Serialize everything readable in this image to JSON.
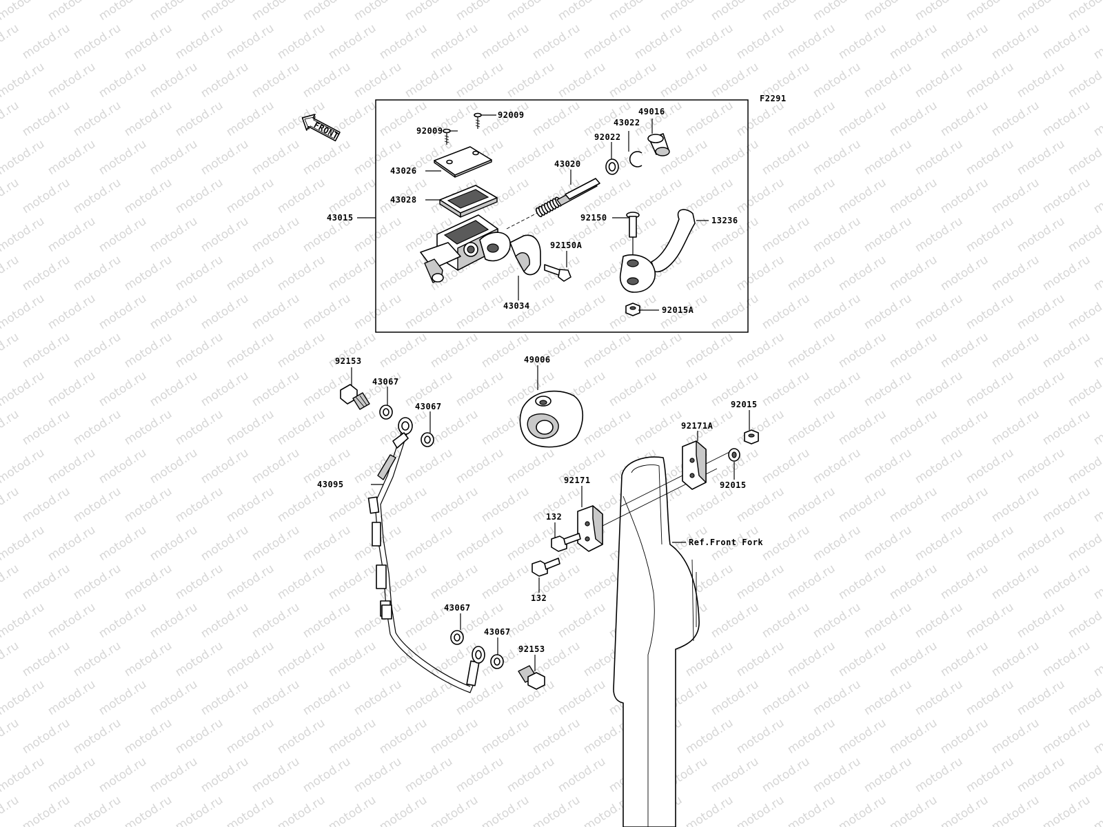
{
  "diagram": {
    "code": "F2291",
    "front_arrow": "FRONT",
    "watermark": "motod.ru",
    "reference": "Ref.Front Fork",
    "labels": {
      "p92009a": "92009",
      "p92009b": "92009",
      "p43026": "43026",
      "p43028": "43028",
      "p43015": "43015",
      "p43020": "43020",
      "p92022": "92022",
      "p43022": "43022",
      "p49016": "49016",
      "p92150": "92150",
      "p13236": "13236",
      "p92150A": "92150A",
      "p43034": "43034",
      "p92015A": "92015A",
      "p92153a": "92153",
      "p43067a": "43067",
      "p43067b": "43067",
      "p49006": "49006",
      "p92015a": "92015",
      "p92171A": "92171A",
      "p92015b": "92015",
      "p43095": "43095",
      "p92171": "92171",
      "p132a": "132",
      "p132b": "132",
      "p43067c": "43067",
      "p43067d": "43067",
      "p92153b": "92153"
    }
  }
}
